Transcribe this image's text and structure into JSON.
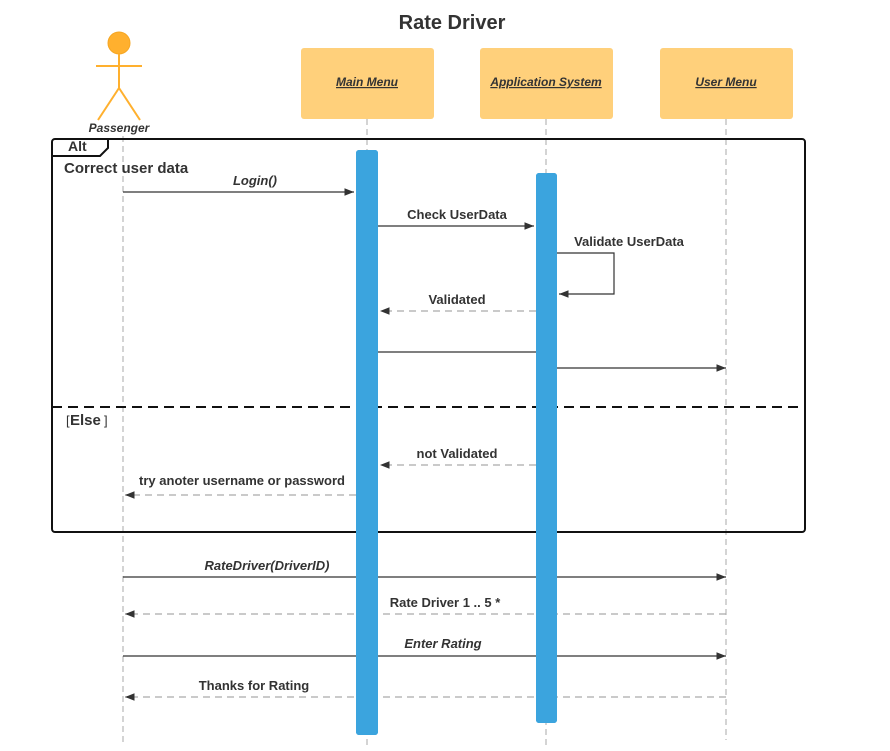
{
  "diagram": {
    "title": "Rate Driver",
    "actor": {
      "label": "Passenger"
    },
    "objects": [
      {
        "label": "Main Menu"
      },
      {
        "label": "Application System"
      },
      {
        "label": "User Menu"
      }
    ],
    "fragment": {
      "tab": "Alt",
      "guard": "Correct user data",
      "else_label": "Else",
      "else_open": "[",
      "else_close": "]"
    },
    "messages": {
      "login": "Login()",
      "check_userdata": "Check UserData",
      "validate_userdata": "Validate UserData",
      "validated": "Validated",
      "not_validated": "not Validated",
      "try_another": "try anoter username or password",
      "rate_driver": "RateDriver(DriverID)",
      "rate_driver_range": "Rate Driver 1 .. 5 *",
      "enter_rating": "Enter Rating",
      "thanks": "Thanks for Rating"
    },
    "colors": {
      "object_fill": "#FFD07B",
      "activation": "#3BA4DE",
      "actor": "#FFB02E",
      "line": "#333333",
      "lifeline": "#AAAAAA"
    }
  }
}
